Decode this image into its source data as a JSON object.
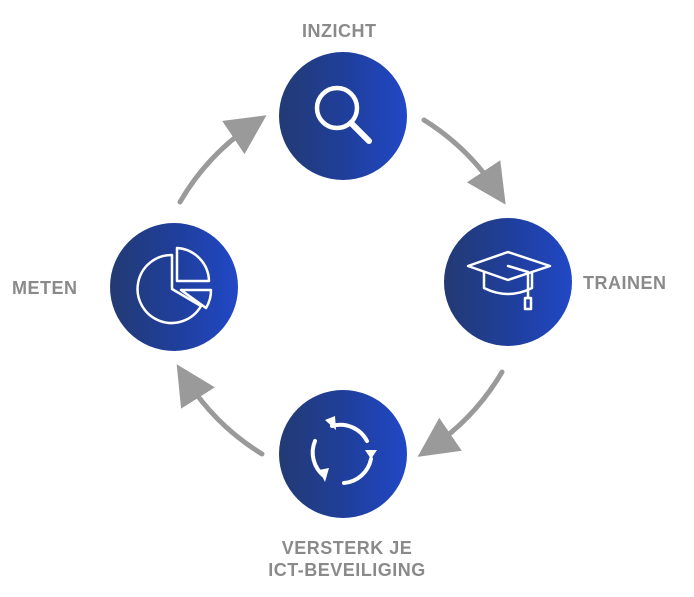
{
  "steps": {
    "inzicht": {
      "label": "INZICHT",
      "icon": "magnifier-icon"
    },
    "trainen": {
      "label": "TRAINEN",
      "icon": "graduation-cap-icon"
    },
    "meten": {
      "label": "METEN",
      "icon": "pie-chart-icon"
    },
    "versterk": {
      "label_line1": "VERSTERK JE",
      "label_line2": "ICT-BEVEILIGING",
      "icon": "refresh-cycle-icon"
    }
  },
  "colors": {
    "circle_dark": "#233a73",
    "circle_light": "#2148c6",
    "label": "#8a8a8a",
    "arrow": "#9a9a9a"
  }
}
